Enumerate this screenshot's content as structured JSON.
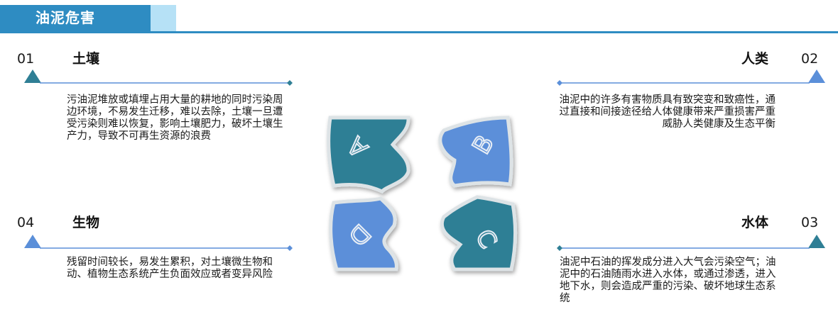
{
  "header": {
    "title": "油泥危害"
  },
  "sections": [
    {
      "num": "01",
      "title": "土壤",
      "text": "污油泥堆放或填埋占用大量的耕地的同时污染周边环境，不易发生迁移，难以去除，土壤一旦遭受污染则难以恢复，影响土壤肥力，破坏土壤生产力，导致不可再生资源的浪费"
    },
    {
      "num": "02",
      "title": "人类",
      "text": "油泥中的许多有害物质具有致突变和致癌性，通过直接和间接途径给人体健康带来严重损害严重威胁人类健康及生态平衡"
    },
    {
      "num": "03",
      "title": "水体",
      "text": "油泥中石油的挥发成分进入大气会污染空气；油泥中的石油随雨水进入水体，或通过渗透，进入地下水，则会造成严重的污染、破坏地球生态系统"
    },
    {
      "num": "04",
      "title": "生物",
      "text": "残留时间较长，易发生累积，对土壤微生物和动、植物生态系统产生负面效应或者变异风险"
    }
  ],
  "center": {
    "letters": [
      "A",
      "B",
      "C",
      "D"
    ]
  },
  "colors": {
    "teal": "#2f7f95",
    "blue": "#5b8fd9",
    "header": "#2e8cc2",
    "header_light": "#b6e1f6"
  }
}
